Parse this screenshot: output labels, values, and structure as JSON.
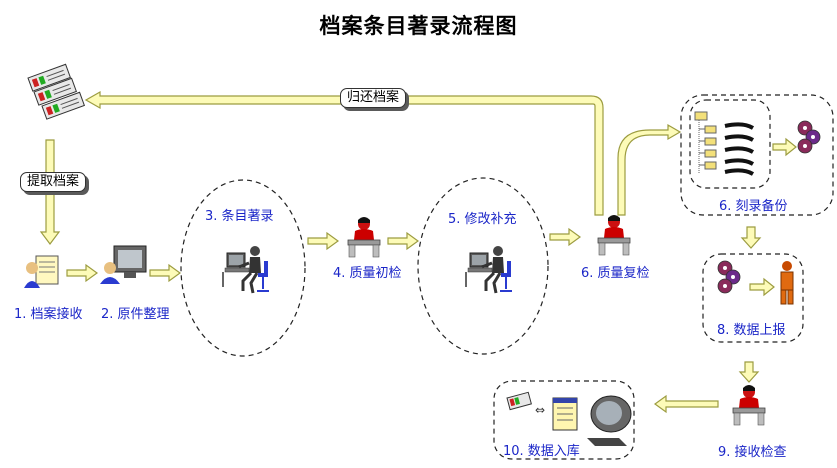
{
  "title": "档案条目著录流程图",
  "labels": {
    "return_archive": "归还档案",
    "fetch_archive": "提取档案"
  },
  "steps": [
    {
      "label": "1. 档案接收"
    },
    {
      "label": "2. 原件整理"
    },
    {
      "label": "3. 条目著录"
    },
    {
      "label": "4. 质量初检"
    },
    {
      "label": "5. 修改补充"
    },
    {
      "label": "6. 质量复检"
    },
    {
      "label": "6. 刻录备份"
    },
    {
      "label": "8. 数据上报"
    },
    {
      "label": "9. 接收检查"
    },
    {
      "label": "10. 数据入库"
    }
  ],
  "colors": {
    "arrow_fill": "#fdfbb8",
    "arrow_stroke": "#9c9c40",
    "step_label": "#1b26c8",
    "person_head": "#cc0000",
    "desk": "#b0b0b0"
  }
}
